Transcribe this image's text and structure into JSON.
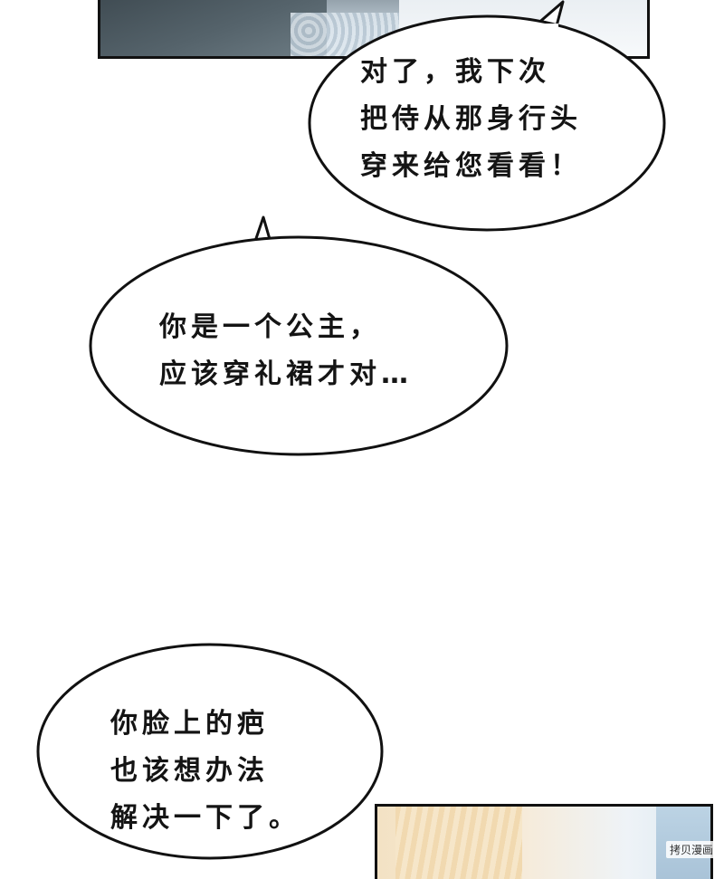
{
  "bubbles": [
    {
      "lines": [
        "对了，我下次",
        "把侍从那身行头",
        "穿来给您看看！"
      ]
    },
    {
      "lines": [
        "你是一个公主，",
        "应该穿礼裙才对…"
      ]
    },
    {
      "lines": [
        "你脸上的疤",
        "也该想办法",
        "解决一下了。"
      ]
    }
  ],
  "watermark": "拷贝漫画"
}
